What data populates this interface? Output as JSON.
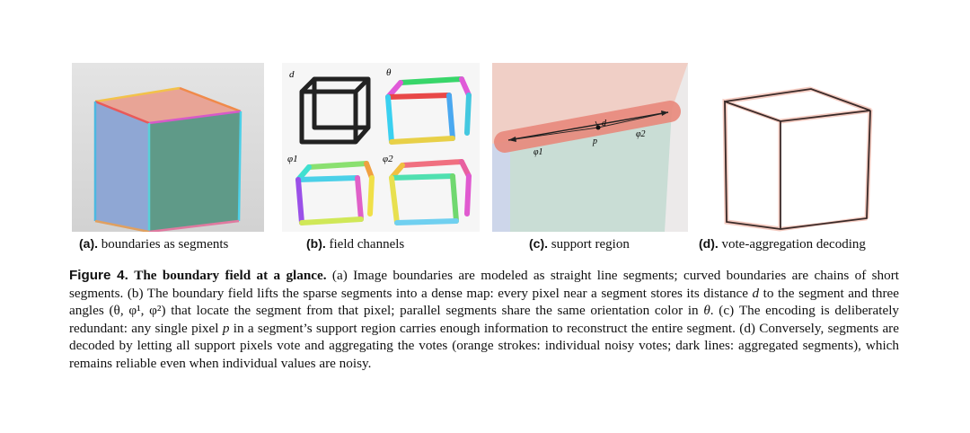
{
  "panels": {
    "a": {
      "tag": "(a).",
      "text": " boundaries as segments"
    },
    "b": {
      "tag": "(b).",
      "text": " field channels",
      "channel_labels": [
        "d",
        "θ",
        "φ1",
        "φ2"
      ]
    },
    "c": {
      "tag": "(c).",
      "text": " support region",
      "symbols": {
        "phi1": "φ1",
        "phi2": "φ2",
        "p": "p",
        "d": "d"
      }
    },
    "d": {
      "tag": "(d).",
      "text": " vote-aggregation decoding"
    }
  },
  "caption": {
    "label": "Figure 4.",
    "title": "The boundary field at a glance.",
    "s1": " (a) Image boundaries are modeled as straight line segments; curved boundaries are chains of short segments. (b) The boundary field lifts the sparse segments into a dense map: every pixel near a segment stores its distance ",
    "var_d": "d",
    "s2": " to the segment and three angles (θ, φ¹, φ²) that locate the segment from that pixel; parallel segments share the same orientation color in ",
    "var_theta": "θ",
    "s3": ". (c) The encoding is deliberately redundant: any single pixel ",
    "var_p": "p",
    "s4": " in a segment’s support region carries enough information to reconstruct the entire segment. (d) Conversely, segments are decoded by letting all support pixels vote and aggregating the votes (orange strokes: individual noisy votes; dark lines: aggregated segments), which remains reliable even when individual values are noisy."
  },
  "colors": {
    "cube_top": "#e8a496",
    "cube_left": "#8fa7d4",
    "cube_right": "#5f9a88",
    "support": "#e9897c",
    "vote": "#e06c50"
  }
}
